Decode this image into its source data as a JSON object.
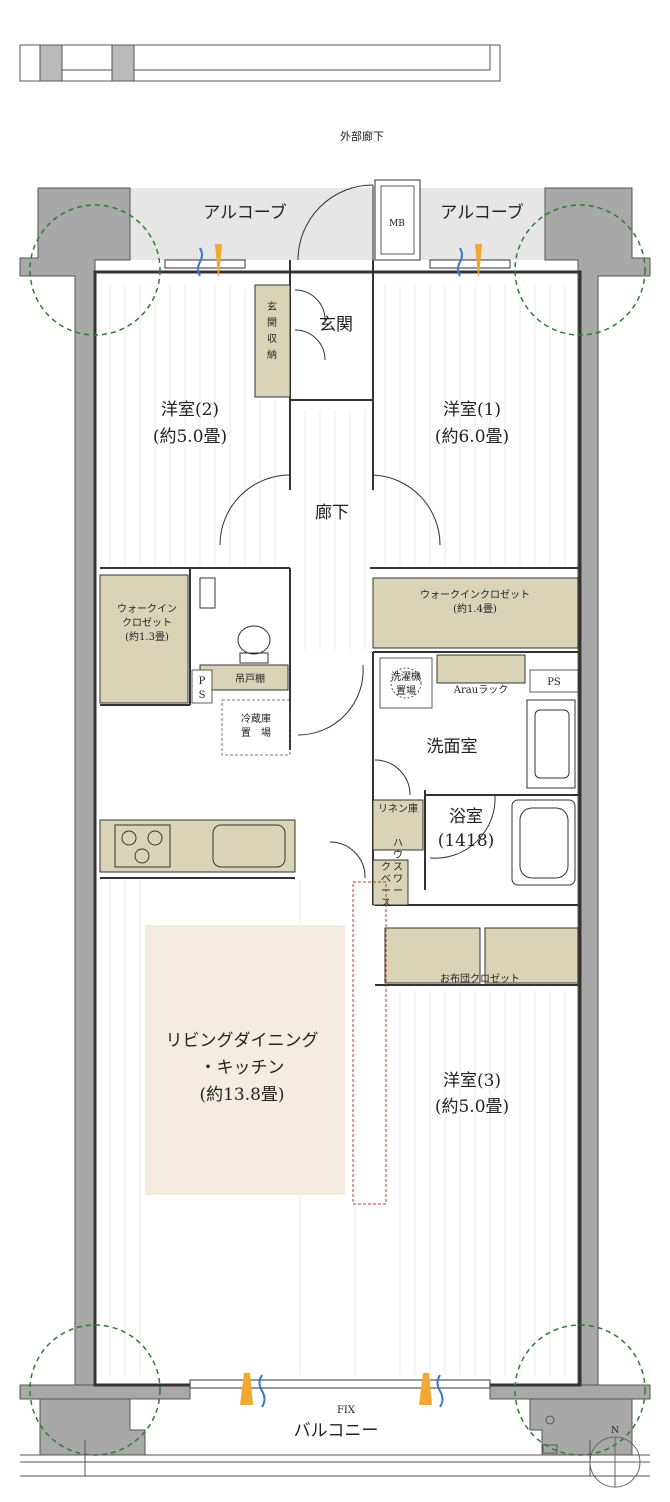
{
  "corridor": "外部廊下",
  "alcove_left": "アルコーブ",
  "alcove_right": "アルコーブ",
  "mb": "MB",
  "entrance": "玄関",
  "entrance_storage": [
    "玄",
    "関",
    "収",
    "納"
  ],
  "room2": {
    "name": "洋室(2)",
    "size": "(約5.0畳)"
  },
  "room1": {
    "name": "洋室(1)",
    "size": "(約6.0畳)"
  },
  "hallway": "廊下",
  "wic_left": [
    "ウォークイン",
    "クロゼット",
    "(約1.3畳)"
  ],
  "wic_right": [
    "ウォークインクロゼット",
    "(約1.4畳)"
  ],
  "ps": "PS",
  "ps_left": [
    "P",
    "S"
  ],
  "hanging_shelf": "吊戸棚",
  "fridge": [
    "冷蔵庫",
    "置　場"
  ],
  "washer": [
    "洗濯機",
    "置場"
  ],
  "arau_rack": "Arauラック",
  "washroom": "洗面室",
  "linen": "リネン庫",
  "house_work": [
    "ハ",
    "ウ",
    "ス",
    "ワ",
    "ー",
    "ク",
    "ベ",
    "ー",
    "ス"
  ],
  "bath": {
    "name": "浴室",
    "size": "(1418)"
  },
  "futon_closet": "お布団クロゼット",
  "ldk": {
    "line1": "リビングダイニング",
    "line2": "・キッチン",
    "size": "(約13.8畳)"
  },
  "room3": {
    "name": "洋室(3)",
    "size": "(約5.0畳)"
  },
  "fix": "FIX",
  "balcony": "バルコニー",
  "north": "N",
  "colors": {
    "wall": "#a8a8a8",
    "alcove": "#e6e6e6",
    "storage": "#d9d4b8",
    "ldk_highlight": "#f4ecdf",
    "tree": "#2e7d32",
    "window_marker": "#f0a830",
    "window_wave": "#3b78c4",
    "divider": "#c0392b"
  }
}
